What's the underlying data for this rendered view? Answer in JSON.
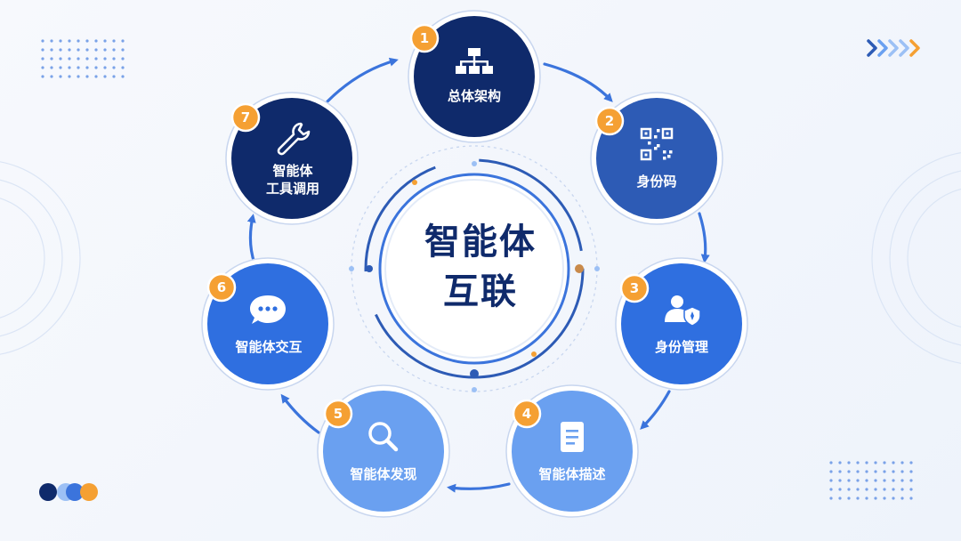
{
  "center": {
    "line1": "智能体",
    "line2": "互联"
  },
  "nodes": [
    {
      "num": "1",
      "label": "总体架构",
      "icon": "hierarchy-icon",
      "color": "#0f2a6b"
    },
    {
      "num": "2",
      "label": "身份码",
      "icon": "qr-code-icon",
      "color": "#2d5bb5"
    },
    {
      "num": "3",
      "label": "身份管理",
      "icon": "user-shield-icon",
      "color": "#2f6fe0"
    },
    {
      "num": "4",
      "label": "智能体描述",
      "icon": "document-icon",
      "color": "#6aa0f0"
    },
    {
      "num": "5",
      "label": "智能体发现",
      "icon": "search-icon",
      "color": "#6aa0f0"
    },
    {
      "num": "6",
      "label": "智能体交互",
      "icon": "chat-bubble-icon",
      "color": "#2f6fe0"
    },
    {
      "num": "7",
      "label_line1": "智能体",
      "label_line2": "工具调用",
      "icon": "wrench-icon",
      "color": "#0f2a6b"
    }
  ],
  "colors": {
    "badge": "#f5a033",
    "arrow": "#3b74dc",
    "navy": "#0f2a6b"
  }
}
